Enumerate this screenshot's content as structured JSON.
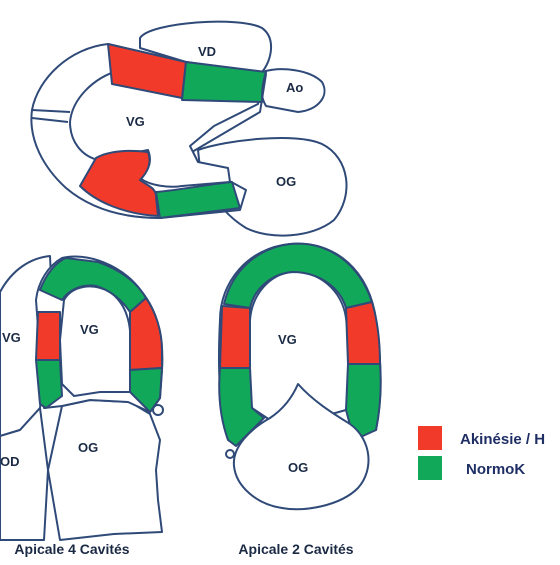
{
  "colors": {
    "akinesia": "#f23a2a",
    "normok": "#12a85a",
    "outline": "#2f4a78",
    "text": "#1b2a44",
    "legend_text": "#1f2f66"
  },
  "views": {
    "parasternal": {
      "vd": "VD",
      "ao": "Ao",
      "vg": "VG",
      "og": "OG"
    },
    "apical4": {
      "vg_left": "VG",
      "vg": "VG",
      "od": "OD",
      "og": "OG",
      "caption": "Apicale 4 Cavités"
    },
    "apical2": {
      "vg": "VG",
      "og": "OG",
      "caption": "Apicale 2 Cavités"
    }
  },
  "legend": {
    "items": [
      {
        "label": "Akinésie / H",
        "color_key": "akinesia"
      },
      {
        "label": "NormoK",
        "color_key": "normok"
      }
    ]
  }
}
